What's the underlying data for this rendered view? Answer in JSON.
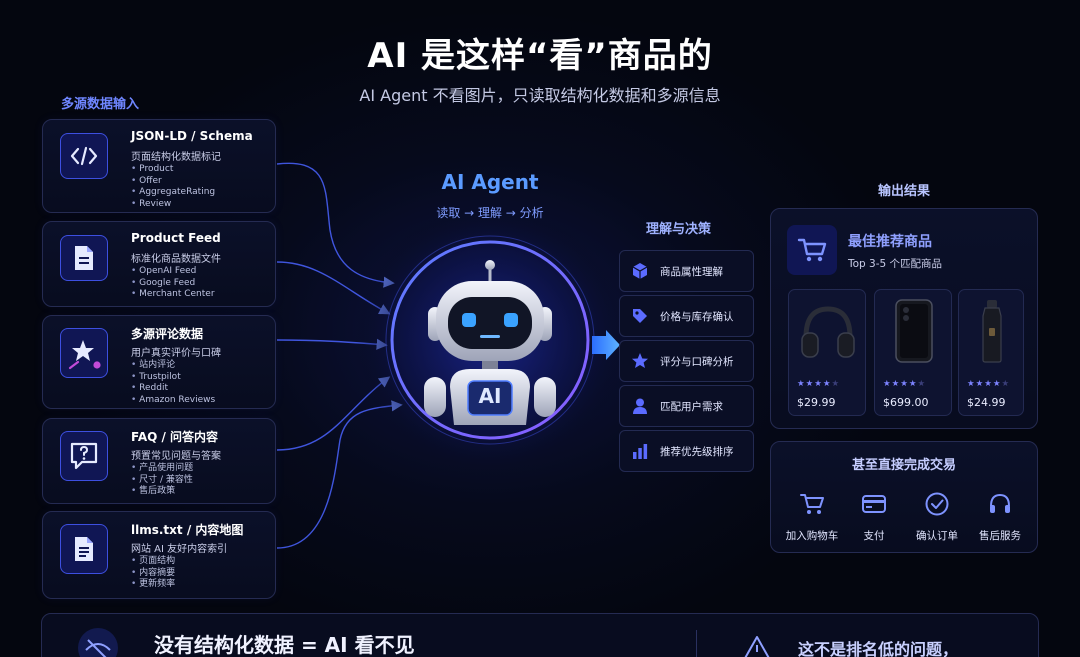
{
  "header": {
    "title": "AI 是这样“看”商品的",
    "subtitle": "AI Agent 不看图片，只读取结构化数据和多源信息"
  },
  "inputs": {
    "label": "多源数据输入",
    "cards": [
      {
        "title": "JSON-LD / Schema",
        "desc": "页面结构化数据标记",
        "items": [
          "Product",
          "Offer",
          "AggregateRating",
          "Review"
        ],
        "icon": "code-icon"
      },
      {
        "title": "Product Feed",
        "desc": "标准化商品数据文件",
        "items": [
          "OpenAI Feed",
          "Google Feed",
          "Merchant Center"
        ],
        "icon": "document-icon"
      },
      {
        "title": "多源评论数据",
        "desc": "用户真实评价与口碑",
        "items": [
          "站内评论",
          "Trustpilot",
          "Reddit",
          "Amazon Reviews"
        ],
        "icon": "star-review-icon"
      },
      {
        "title": "FAQ / 问答内容",
        "desc": "预置常见问题与答案",
        "items": [
          "产品使用问题",
          "尺寸 / 兼容性",
          "售后政策"
        ],
        "icon": "question-bubble-icon"
      },
      {
        "title": "llms.txt / 内容地图",
        "desc": "网站 AI 友好内容索引",
        "items": [
          "页面结构",
          "内容摘要",
          "更新频率"
        ],
        "icon": "file-list-icon"
      }
    ]
  },
  "agent": {
    "title": "AI Agent",
    "subtitle": "读取 → 理解 → 分析",
    "badge": "AI"
  },
  "decision": {
    "label": "理解与决策",
    "items": [
      {
        "label": "商品属性理解",
        "icon": "cube-icon"
      },
      {
        "label": "价格与库存确认",
        "icon": "tag-icon"
      },
      {
        "label": "评分与口碑分析",
        "icon": "star-icon"
      },
      {
        "label": "匹配用户需求",
        "icon": "user-icon"
      },
      {
        "label": "推荐优先级排序",
        "icon": "bar-chart-icon"
      }
    ]
  },
  "output": {
    "label": "输出结果",
    "best": {
      "title": "最佳推荐商品",
      "subtitle": "Top 3-5 个匹配商品",
      "icon": "cart-icon"
    },
    "products": [
      {
        "name": "headphones",
        "price": "$29.99",
        "stars": 4
      },
      {
        "name": "smartphone",
        "price": "$699.00",
        "stars": 4
      },
      {
        "name": "bottle",
        "price": "$24.99",
        "stars": 4
      }
    ],
    "transaction": {
      "title": "甚至直接完成交易",
      "items": [
        {
          "label": "加入购物车",
          "icon": "cart-icon"
        },
        {
          "label": "支付",
          "icon": "credit-card-icon"
        },
        {
          "label": "确认订单",
          "icon": "check-circle-icon"
        },
        {
          "label": "售后服务",
          "icon": "headset-icon"
        }
      ]
    }
  },
  "footer": {
    "left": "没有结构化数据 = AI 看不见",
    "right": "这不是排名低的问题，"
  },
  "colors": {
    "accent": "#5b6bff",
    "title_blue": "#5b9bff",
    "background": "#04060f",
    "card_border": "#252b52"
  }
}
